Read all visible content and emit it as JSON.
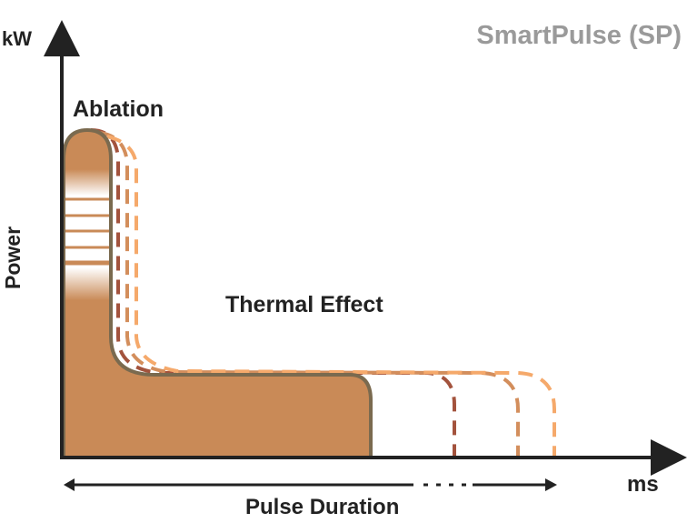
{
  "title": "SmartPulse (SP)",
  "y_unit": "kW",
  "x_unit": "ms",
  "y_label": "Power",
  "x_label": "Pulse Duration",
  "labels": {
    "ablation": "Ablation",
    "thermal": "Thermal Effect"
  },
  "colors": {
    "fill": "#c98a57",
    "outline": "#7a6a4f",
    "dash1": "#a3533d",
    "dash2": "#d38e5c",
    "dash3": "#f5a96b",
    "title": "#9a9a9a"
  }
}
